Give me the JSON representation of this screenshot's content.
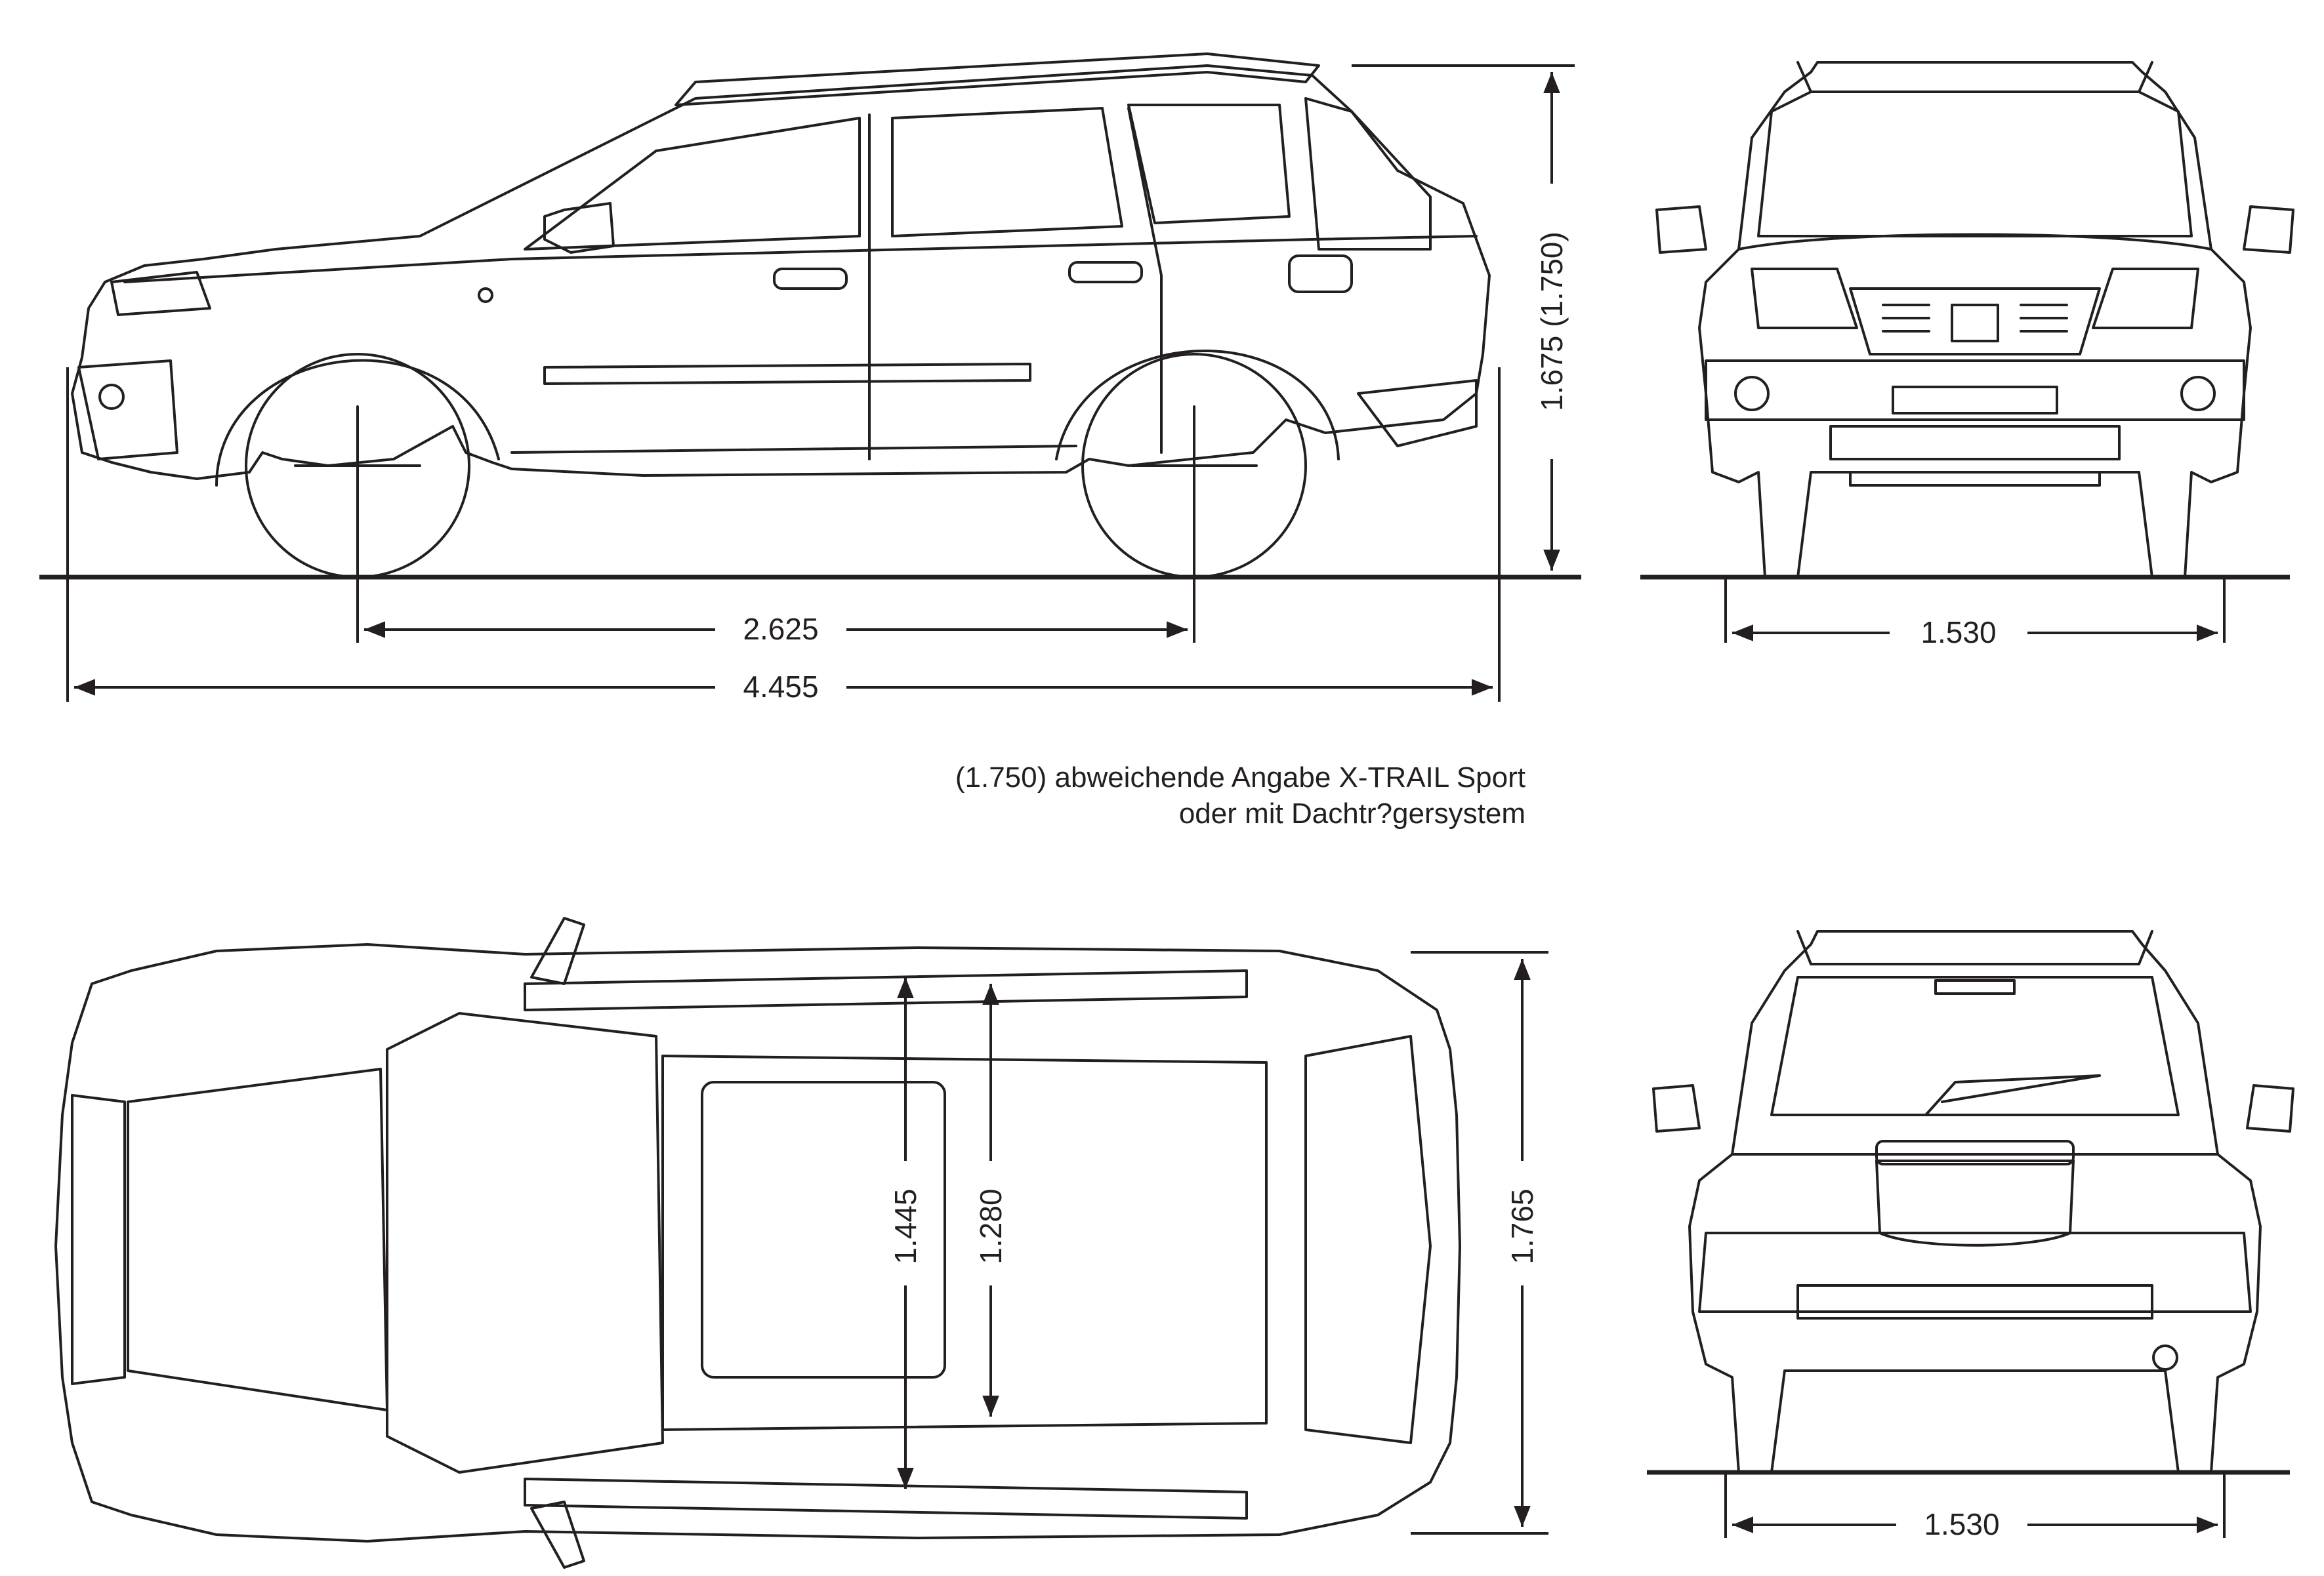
{
  "side_view": {
    "wheelbase": "2.625",
    "length": "4.455",
    "height": "1.675 (1.750)"
  },
  "front_view": {
    "track": "1.530"
  },
  "rear_view": {
    "track": "1.530"
  },
  "top_view": {
    "width_a": "1.445",
    "width_b": "1.280",
    "width_c": "1.765"
  },
  "note": {
    "line1": "(1.750) abweichende Angabe X-TRAIL Sport",
    "line2": "oder mit Dachtr?gersystem"
  },
  "colors": {
    "ink": "#231f20",
    "paper": "#ffffff"
  }
}
